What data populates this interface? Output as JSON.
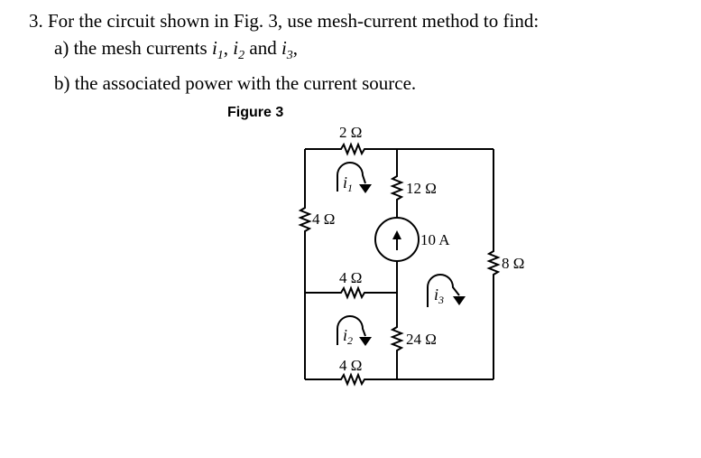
{
  "problem": {
    "line1": "3. For the circuit shown in Fig. 3, use mesh-current method to find:",
    "line2_prefix": "a) the mesh currents ",
    "var_base": "i",
    "sub1": "1",
    "sub2": "2",
    "sub3": "3",
    "sep1": ", ",
    "sep2": " and ",
    "line2_suffix": ",",
    "line3": "b) the associated power with the current source."
  },
  "figure": {
    "label": "Figure 3",
    "resistors": {
      "r_top": "2 Ω",
      "r_left": "4 Ω",
      "r_mid_h": "4 Ω",
      "r_bottom": "4 Ω",
      "r_12": "12 Ω",
      "r_24": "24 Ω",
      "r_right": "8 Ω"
    },
    "source": "10 A",
    "meshes": {
      "m1_base": "i",
      "m1_sub": "1",
      "m2_base": "i",
      "m2_sub": "2",
      "m3_base": "i",
      "m3_sub": "3"
    }
  }
}
